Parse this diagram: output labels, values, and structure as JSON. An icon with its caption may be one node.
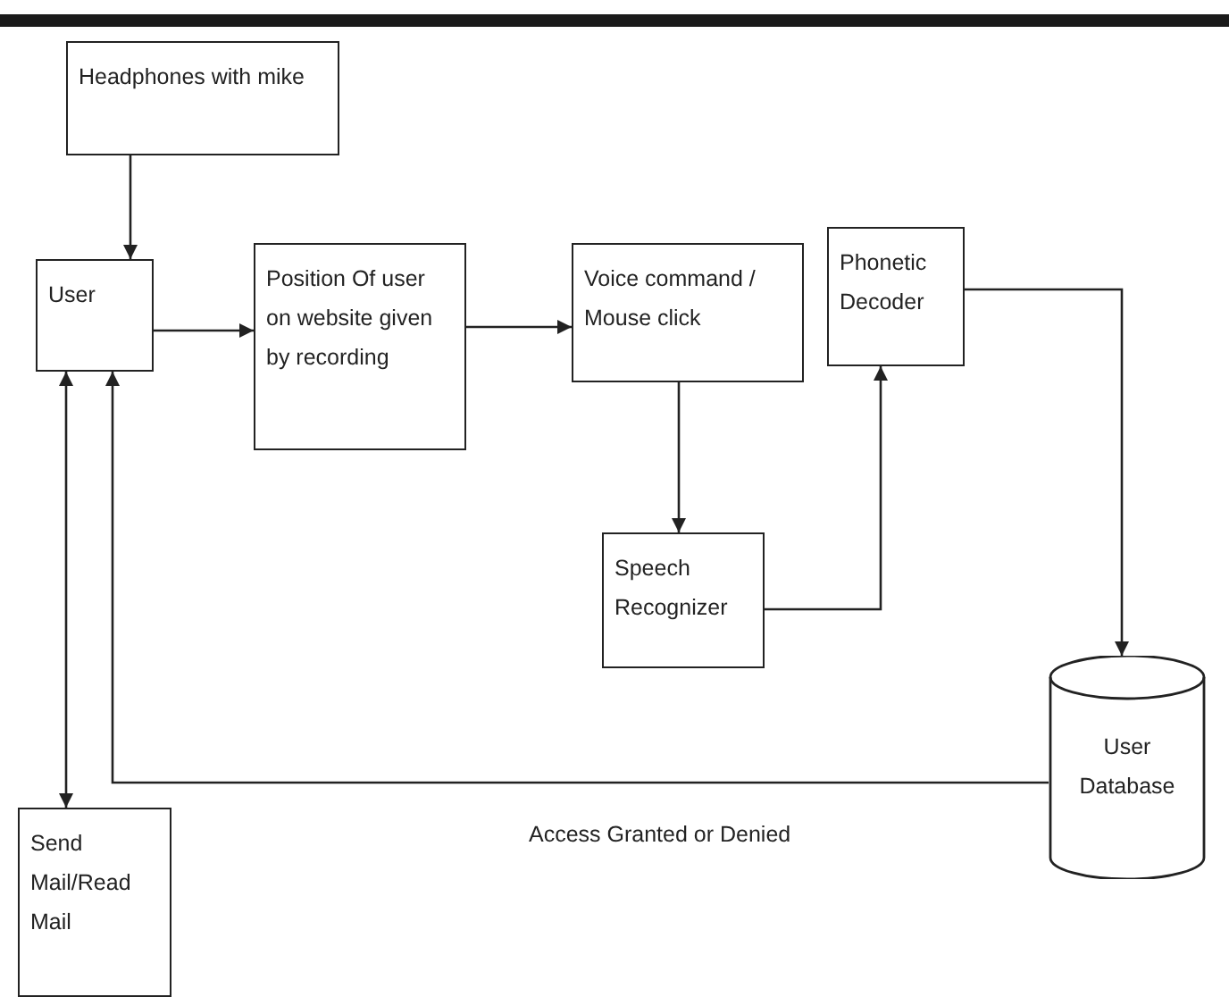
{
  "diagram": {
    "nodes": [
      {
        "text": [
          "Headphones with mike"
        ]
      },
      {
        "text": [
          "User"
        ]
      },
      {
        "text": [
          "Position Of user on website given by recording"
        ]
      },
      {
        "text": [
          "Voice command / Mouse click"
        ]
      },
      {
        "text": [
          "Phonetic Decoder"
        ]
      },
      {
        "text": [
          "Speech Recognizer"
        ]
      },
      {
        "text": [
          "User Database"
        ]
      },
      {
        "text": [
          "Send Mail/Read Mail"
        ]
      }
    ],
    "edges": [
      {
        "from": 0,
        "to": 1,
        "arrow": "to"
      },
      {
        "from": 1,
        "to": 2,
        "arrow": "to"
      },
      {
        "from": 2,
        "to": 3,
        "arrow": "to"
      },
      {
        "from": 3,
        "to": 5,
        "arrow": "to"
      },
      {
        "from": 5,
        "to": 4,
        "arrow": "to"
      },
      {
        "from": 4,
        "to": 6,
        "arrow": "to"
      },
      {
        "from": 6,
        "to": 1,
        "arrow": "to",
        "label": "Access Granted or Denied"
      },
      {
        "from": 1,
        "to": 7,
        "arrow": "both"
      }
    ]
  }
}
